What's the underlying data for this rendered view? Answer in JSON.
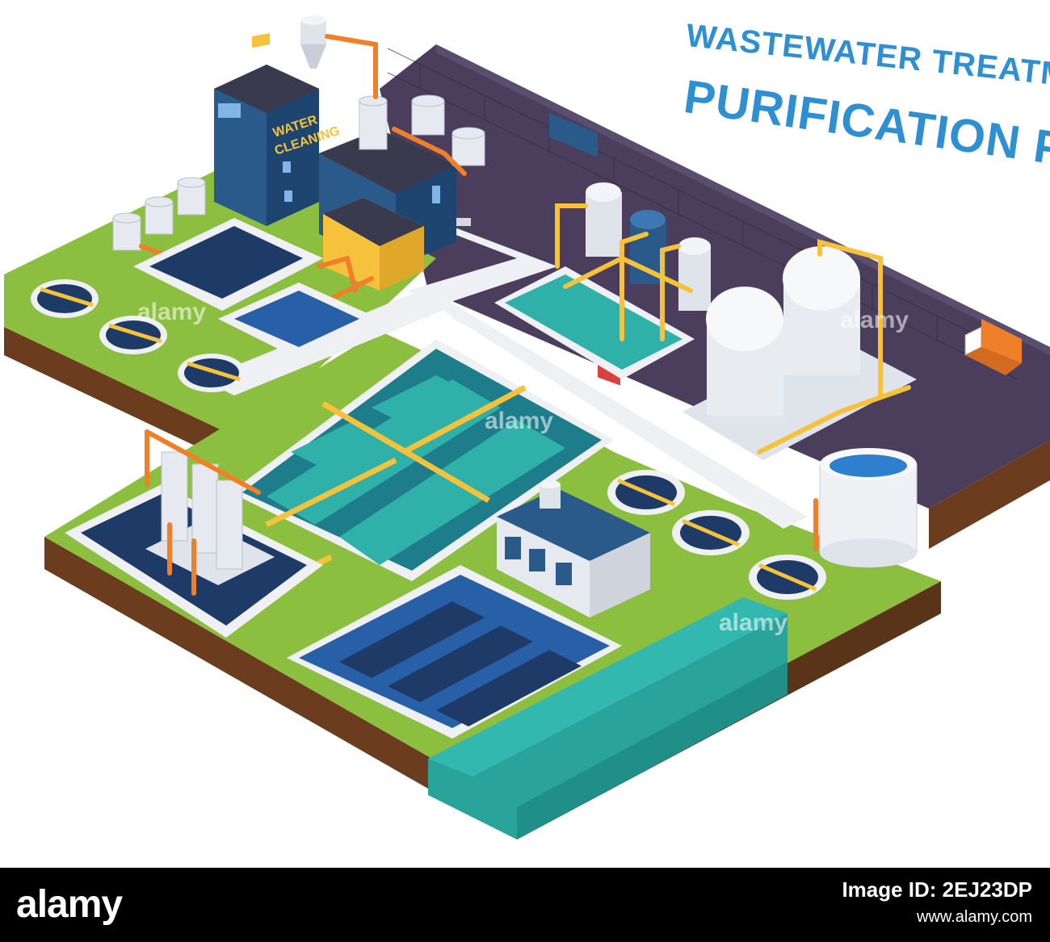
{
  "title": {
    "line1": "WASTEWATER TREATMENT",
    "line2": "PURIFICATION PLANT"
  },
  "building_sign": {
    "line1": "WATER",
    "line2": "CLEANING"
  },
  "watermark": "alamy",
  "footer": {
    "logo": "alamy",
    "image_id": "Image ID: 2EJ23DP",
    "url": "www.alamy.com"
  },
  "colors": {
    "grass": "#8cbf3f",
    "soil": "#6b3d1e",
    "asphalt": "#4a3e5c",
    "path": "#eef0f3",
    "water_dark": "#1d3b66",
    "water_teal": "#2fb0a8",
    "pipe_orange": "#f07f2a",
    "pipe_yellow": "#f6c23b",
    "building_blue": "#2a5a8a",
    "title_blue": "#2f8fd3"
  }
}
